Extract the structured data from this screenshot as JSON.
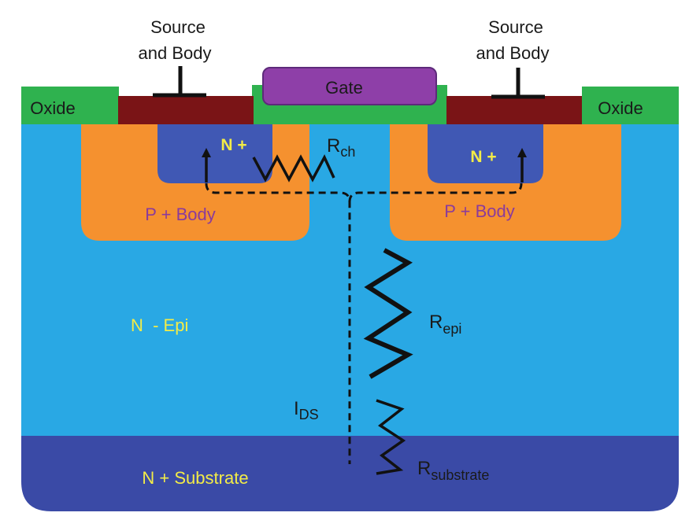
{
  "diagram": {
    "labels": {
      "source_body_left_line1": "Source",
      "source_body_left_line2": "and Body",
      "source_body_right_line1": "Source",
      "source_body_right_line2": "and Body",
      "gate": "Gate",
      "oxide_left": "Oxide",
      "oxide_right": "Oxide",
      "n_plus_left": "N +",
      "n_plus_right": "N +",
      "r_ch_main": "R",
      "r_ch_sub": "ch",
      "p_body_left": "P + Body",
      "p_body_right": "P + Body",
      "n_epi": "N  - Epi",
      "r_epi_main": "R",
      "r_epi_sub": "epi",
      "i_ds_main": "I",
      "i_ds_sub": "DS",
      "n_substrate": "N + Substrate",
      "r_substrate_main": "R",
      "r_substrate_sub": "substrate"
    },
    "colors": {
      "epi": "#29a8e4",
      "substrate": "#3a4aa6",
      "p_body": "#f5912f",
      "n_plus": "#4058b4",
      "oxide": "#2fb24f",
      "metal": "#7a1416",
      "gate": "#8e3fa8",
      "gate_border": "#5d2a7a",
      "line": "#111111",
      "yellow_text": "#f3ec47",
      "purple_text": "#8a3b9c",
      "dark_text": "#1a1a1a"
    }
  }
}
